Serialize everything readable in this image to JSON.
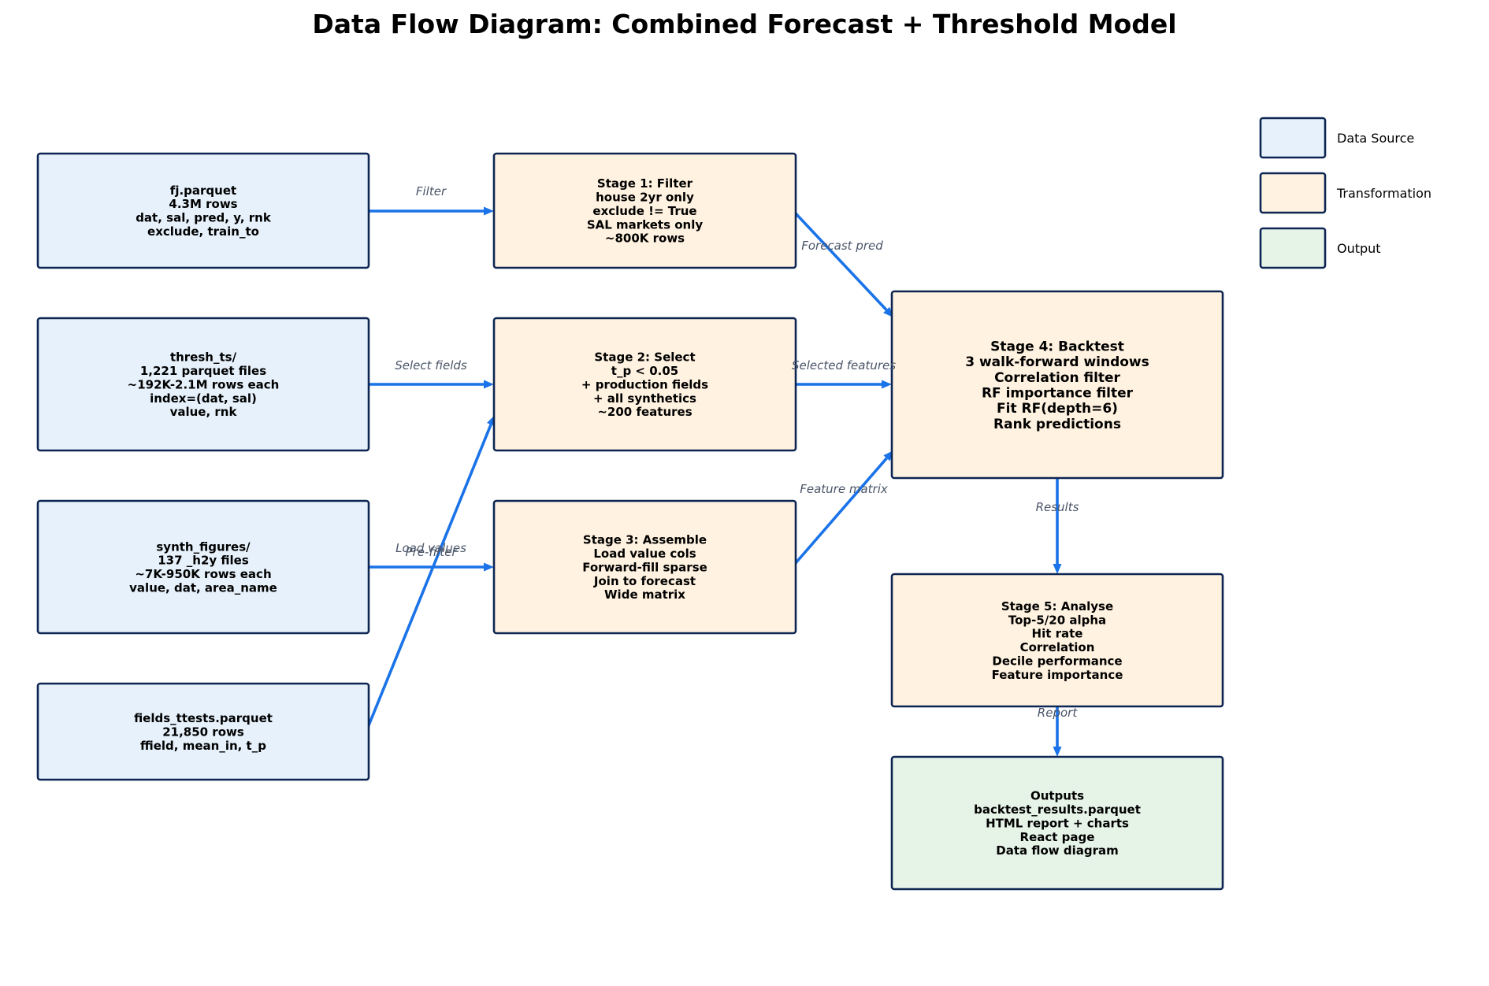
{
  "title": "Data Flow Diagram: Combined Forecast + Threshold Model",
  "colors": {
    "source_fill": "#e6f1fb",
    "transform_fill": "#fff2e0",
    "output_fill": "#e6f4e8",
    "border": "#0d2552",
    "edge": "#1a73e8",
    "edge_label": "#4a5568"
  },
  "nodes": [
    {
      "id": "fj",
      "kind": "source",
      "lines": [
        "fj.parquet",
        "4.3M rows",
        "dat, sal, pred, y, rnk",
        "exclude, train_to"
      ]
    },
    {
      "id": "thresh",
      "kind": "source",
      "lines": [
        "thresh_ts/",
        "1,221 parquet files",
        "~192K-2.1M rows each",
        "index=(dat, sal)",
        "value, rnk"
      ]
    },
    {
      "id": "synth",
      "kind": "source",
      "lines": [
        "synth_figures/",
        "137 _h2y files",
        "~7K-950K rows each",
        "value, dat, area_name"
      ]
    },
    {
      "id": "fields",
      "kind": "source",
      "lines": [
        "fields_ttests.parquet",
        "21,850 rows",
        "ffield, mean_in, t_p"
      ]
    },
    {
      "id": "s1",
      "kind": "transform",
      "lines": [
        "Stage 1: Filter",
        "house 2yr only",
        "exclude != True",
        "SAL markets only",
        "~800K rows"
      ]
    },
    {
      "id": "s2",
      "kind": "transform",
      "lines": [
        "Stage 2: Select",
        "t_p < 0.05",
        "+ production fields",
        "+ all synthetics",
        "~200 features"
      ]
    },
    {
      "id": "s3",
      "kind": "transform",
      "lines": [
        "Stage 3: Assemble",
        "Load value cols",
        "Forward-fill sparse",
        "Join to forecast",
        "Wide matrix"
      ]
    },
    {
      "id": "s4",
      "kind": "transform",
      "lines": [
        "Stage 4: Backtest",
        "3 walk-forward windows",
        "Correlation filter",
        "RF importance filter",
        "Fit RF(depth=6)",
        "Rank predictions"
      ]
    },
    {
      "id": "s5",
      "kind": "transform",
      "lines": [
        "Stage 5: Analyse",
        "Top-5/20 alpha",
        "Hit rate",
        "Correlation",
        "Decile performance",
        "Feature importance"
      ]
    },
    {
      "id": "out",
      "kind": "output",
      "lines": [
        "Outputs",
        "backtest_results.parquet",
        "HTML report + charts",
        "React page",
        "Data flow diagram"
      ]
    }
  ],
  "edges": [
    {
      "from": "fj",
      "to": "s1",
      "label": "Filter"
    },
    {
      "from": "thresh",
      "to": "s2",
      "label": "Select fields"
    },
    {
      "from": "synth",
      "to": "s3",
      "label": "Load values"
    },
    {
      "from": "fields",
      "to": "s2",
      "label": "Pre-filter"
    },
    {
      "from": "s1",
      "to": "s4",
      "label": "Forecast pred"
    },
    {
      "from": "s2",
      "to": "s4",
      "label": "Selected features"
    },
    {
      "from": "s3",
      "to": "s4",
      "label": "Feature matrix"
    },
    {
      "from": "s4",
      "to": "s5",
      "label": "Results"
    },
    {
      "from": "s5",
      "to": "out",
      "label": "Report"
    }
  ],
  "legend": [
    {
      "kind": "source",
      "label": "Data Source"
    },
    {
      "kind": "transform",
      "label": "Transformation"
    },
    {
      "kind": "output",
      "label": "Output"
    }
  ]
}
